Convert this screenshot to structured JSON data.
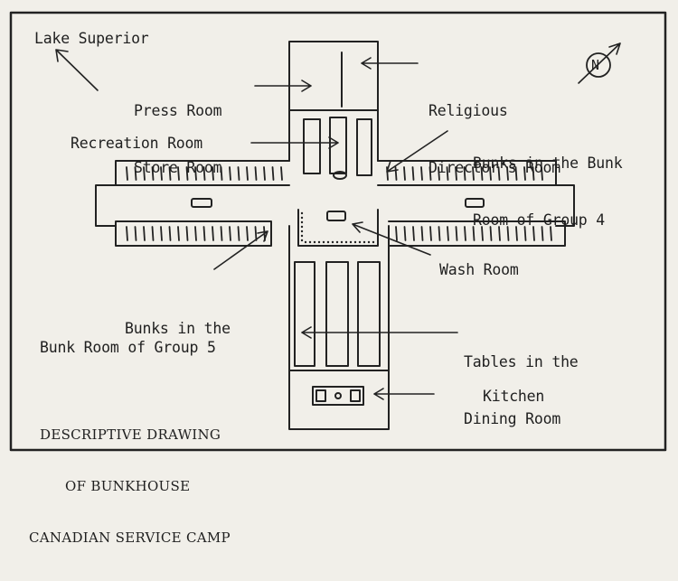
{
  "labels": {
    "lake": "Lake Superior",
    "press_room": [
      "Press Room",
      "Store Room"
    ],
    "religious": [
      "Religious",
      "Director's Room"
    ],
    "recreation": "Recreation Room",
    "bunks_group4": [
      "Bunks in the Bunk",
      "Room of Group 4"
    ],
    "wash_room": "Wash Room",
    "bunks_group5": [
      "Bunks in the",
      "Bunk Room of Group 5"
    ],
    "dining": [
      "Tables in the",
      "Dining Room"
    ],
    "kitchen": "Kitchen",
    "north": "N"
  },
  "caption": [
    "DESCRIPTIVE DRAWING",
    "OF BUNKHOUSE",
    "CANADIAN SERVICE CAMP"
  ],
  "colors": {
    "ink": "#222222",
    "paper": "#f1efe9"
  }
}
